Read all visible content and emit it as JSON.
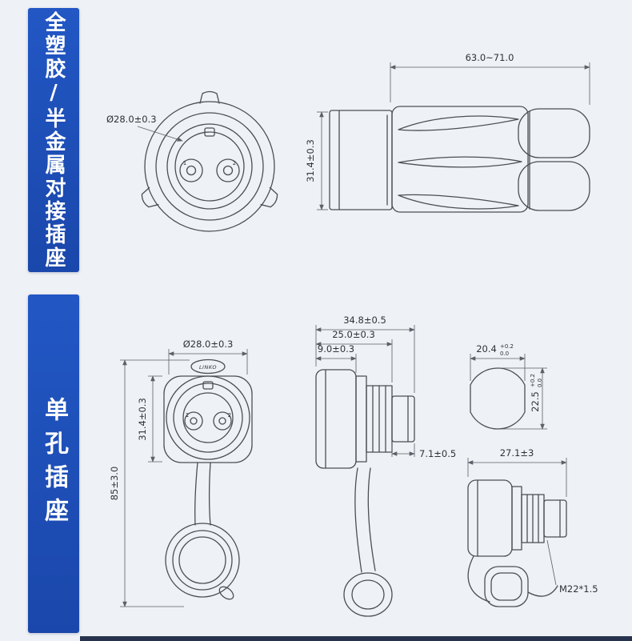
{
  "page": {
    "background": "#eef1f5",
    "accent": "#1e4fb5",
    "line_color": "#4a4f55"
  },
  "top_section": {
    "banner": "全塑胶/半金属对接插座",
    "front_view": {
      "diameter_label": "Ø28.0±0.3",
      "pin1": "1",
      "pin2": "2"
    },
    "side_view": {
      "length_label": "63.0~71.0",
      "height_label": "31.4±0.3"
    }
  },
  "bottom_section": {
    "banner": "单孔插座",
    "front_view": {
      "diameter_label": "Ø28.0±0.3",
      "logo": "LINKO",
      "pin1": "1",
      "pin2": "2",
      "height_label": "31.4±0.3",
      "total_height_label": "85±3.0"
    },
    "panel_view": {
      "total_width_label": "34.8±0.5",
      "mid_width_label": "25.0±0.3",
      "front_width_label": "9.0±0.3",
      "tail_label": "7.1±0.5"
    },
    "cutout_view": {
      "width_value": "20.4",
      "width_tol_upper": "+0.2",
      "width_tol_lower": "0.0",
      "height_value": "22.5",
      "height_tol_upper": "+0.2",
      "height_tol_lower": "0.0"
    },
    "rear_view": {
      "length_label": "27.1±3",
      "thread_label": "M22*1.5"
    }
  }
}
